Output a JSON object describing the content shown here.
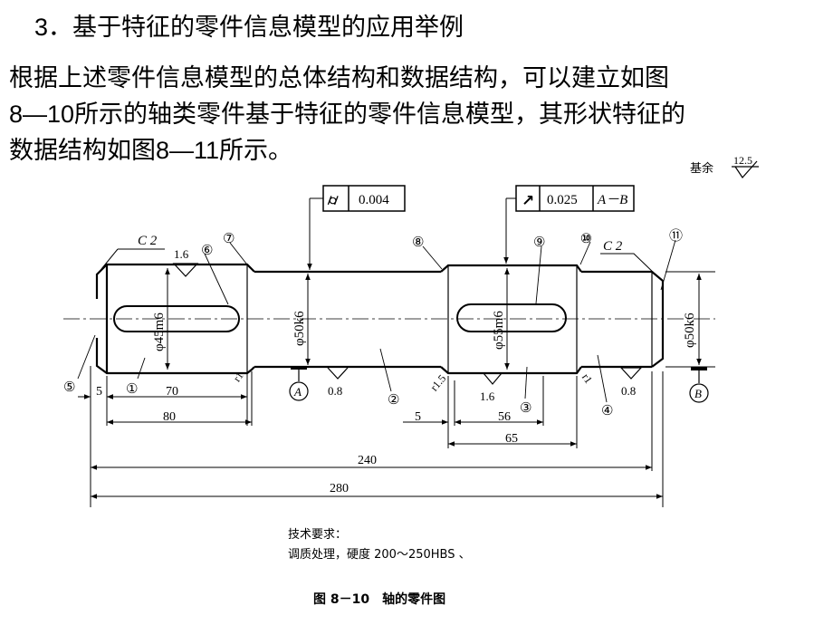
{
  "heading": "3．基于特征的零件信息模型的应用举例",
  "paragraph": [
    "根据上述零件信息模型的总体结构和数据结构，可以建立如图",
    "8—10所示的轴类零件基于特征的零件信息模型，其形状特征的",
    "数据结构如图8—11所示。"
  ],
  "drawing": {
    "surface_finish_note": "基余",
    "surface_finish_value": "12.5",
    "tolerance_1": {
      "value": "0.004"
    },
    "tolerance_2": {
      "value": "0.025",
      "datum": "A－B"
    },
    "chamfer_left": "C 2",
    "chamfer_right": "C 2",
    "roughness_1": "1.6",
    "roughness_2": "0.8",
    "roughness_3": "1.6",
    "roughness_4": "0.8",
    "diam_1": "φ45m6",
    "diam_2": "φ50k6",
    "diam_3": "φ55m6",
    "diam_4": "φ50k6",
    "fillet_1": "r1",
    "fillet_2": "r1.5",
    "fillet_3": "r1",
    "datum_a": "A",
    "datum_b": "B",
    "callouts": [
      "①",
      "②",
      "③",
      "④",
      "⑤",
      "⑥",
      "⑦",
      "⑧",
      "⑨",
      "⑩",
      "⑪"
    ],
    "dims": {
      "d5a": "5",
      "d70": "70",
      "d80": "80",
      "d5b": "5",
      "d56": "56",
      "d65": "65",
      "d240": "240",
      "d280": "280"
    },
    "tech_title": "技术要求：",
    "tech_body": "调质处理，硬度 200～250HBS 、",
    "caption": "图 8－10　轴的零件图"
  }
}
